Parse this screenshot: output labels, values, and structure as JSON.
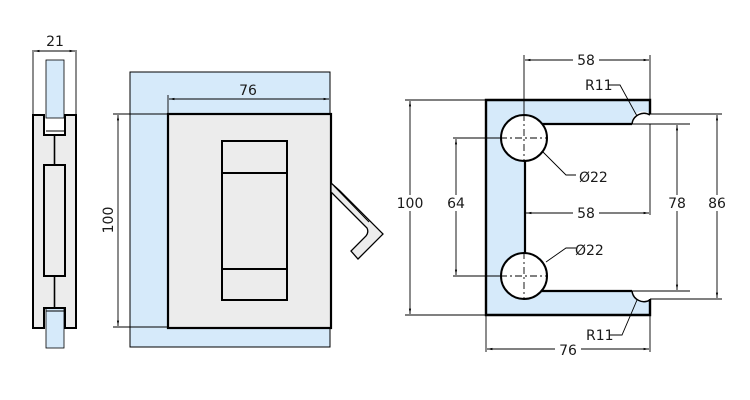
{
  "drawing": {
    "colors": {
      "glass": "#d6eafa",
      "metal": "#ececec",
      "line": "#000000"
    },
    "side_view": {
      "width_label": "21"
    },
    "front_view": {
      "width_label": "76",
      "height_label": "100"
    },
    "plan_view": {
      "hole_spacing_width_label": "58",
      "radius_top_label": "R11",
      "radius_bottom_label": "R11",
      "hole_top_label": "Ø22",
      "hole_bottom_label": "Ø22",
      "overall_height_label": "100",
      "hole_spacing_height_label": "64",
      "inner_depth_label": "58",
      "inner_height_label": "78",
      "outer_gap_label": "86",
      "overall_width_label": "76"
    }
  }
}
